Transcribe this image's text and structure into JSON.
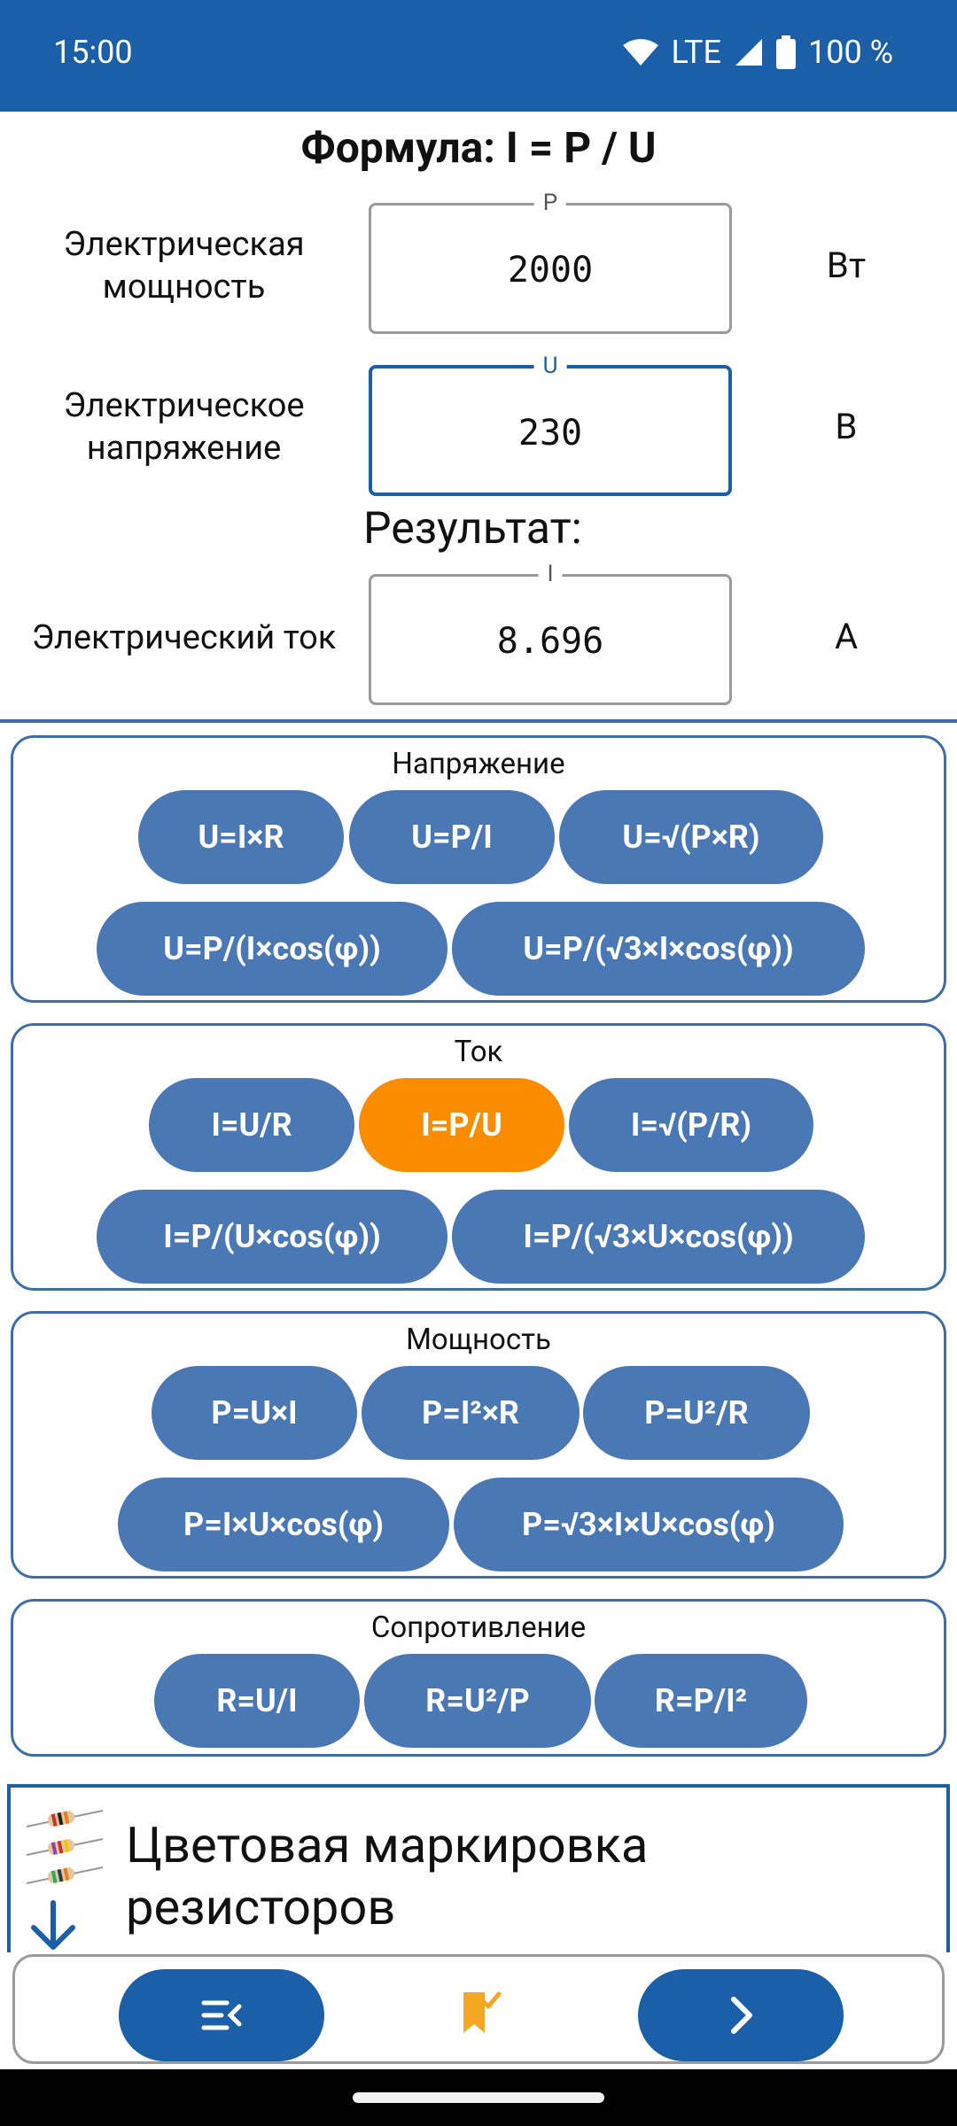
{
  "status_bar": {
    "time": "15:00",
    "network": "LTE",
    "battery": "100 %"
  },
  "formula": "Формула: I = P / U",
  "inputs": [
    {
      "label_line1": "Электрическая",
      "label_line2": "мощность",
      "symbol": "P",
      "value": "2000",
      "unit": "Вт"
    },
    {
      "label_line1": "Электрическое",
      "label_line2": "напряжение",
      "symbol": "U",
      "value": "230",
      "unit": "В"
    }
  ],
  "result": {
    "heading": "Результат:",
    "label": "Электрический ток",
    "symbol": "I",
    "value": "8.696",
    "unit": "А"
  },
  "groups": [
    {
      "title": "Напряжение",
      "row1": [
        "U=I×R",
        "U=P/I",
        "U=√(P×R)"
      ],
      "row2": [
        "U=P/(I×cos(φ))",
        "U=P/(√3×I×cos(φ))"
      ]
    },
    {
      "title": "Ток",
      "row1": [
        "I=U/R",
        "I=P/U",
        "I=√(P/R)"
      ],
      "row2": [
        "I=P/(U×cos(φ))",
        "I=P/(√3×U×cos(φ))"
      ],
      "active": "I=P/U"
    },
    {
      "title": "Мощность",
      "row1": [
        "P=U×I",
        "P=I²×R",
        "P=U²/R"
      ],
      "row2": [
        "P=I×U×cos(φ)",
        "P=√3×I×U×cos(φ)"
      ]
    },
    {
      "title": "Сопротивление",
      "row1": [
        "R=U/I",
        "R=U²/P",
        "R=P/I²"
      ]
    }
  ],
  "resistor_card": {
    "title_line1": "Цветовая маркировка",
    "title_line2": "резисторов"
  },
  "icons": {
    "menu": "menu-collapse-icon",
    "bookmark": "bookmark-check-icon",
    "next": "chevron-right-icon",
    "down": "arrow-down-icon"
  },
  "colors": {
    "primary": "#1a5fa8",
    "pill": "#4a78b4",
    "active": "#fb8c00",
    "bookmark": "#f5a623"
  }
}
